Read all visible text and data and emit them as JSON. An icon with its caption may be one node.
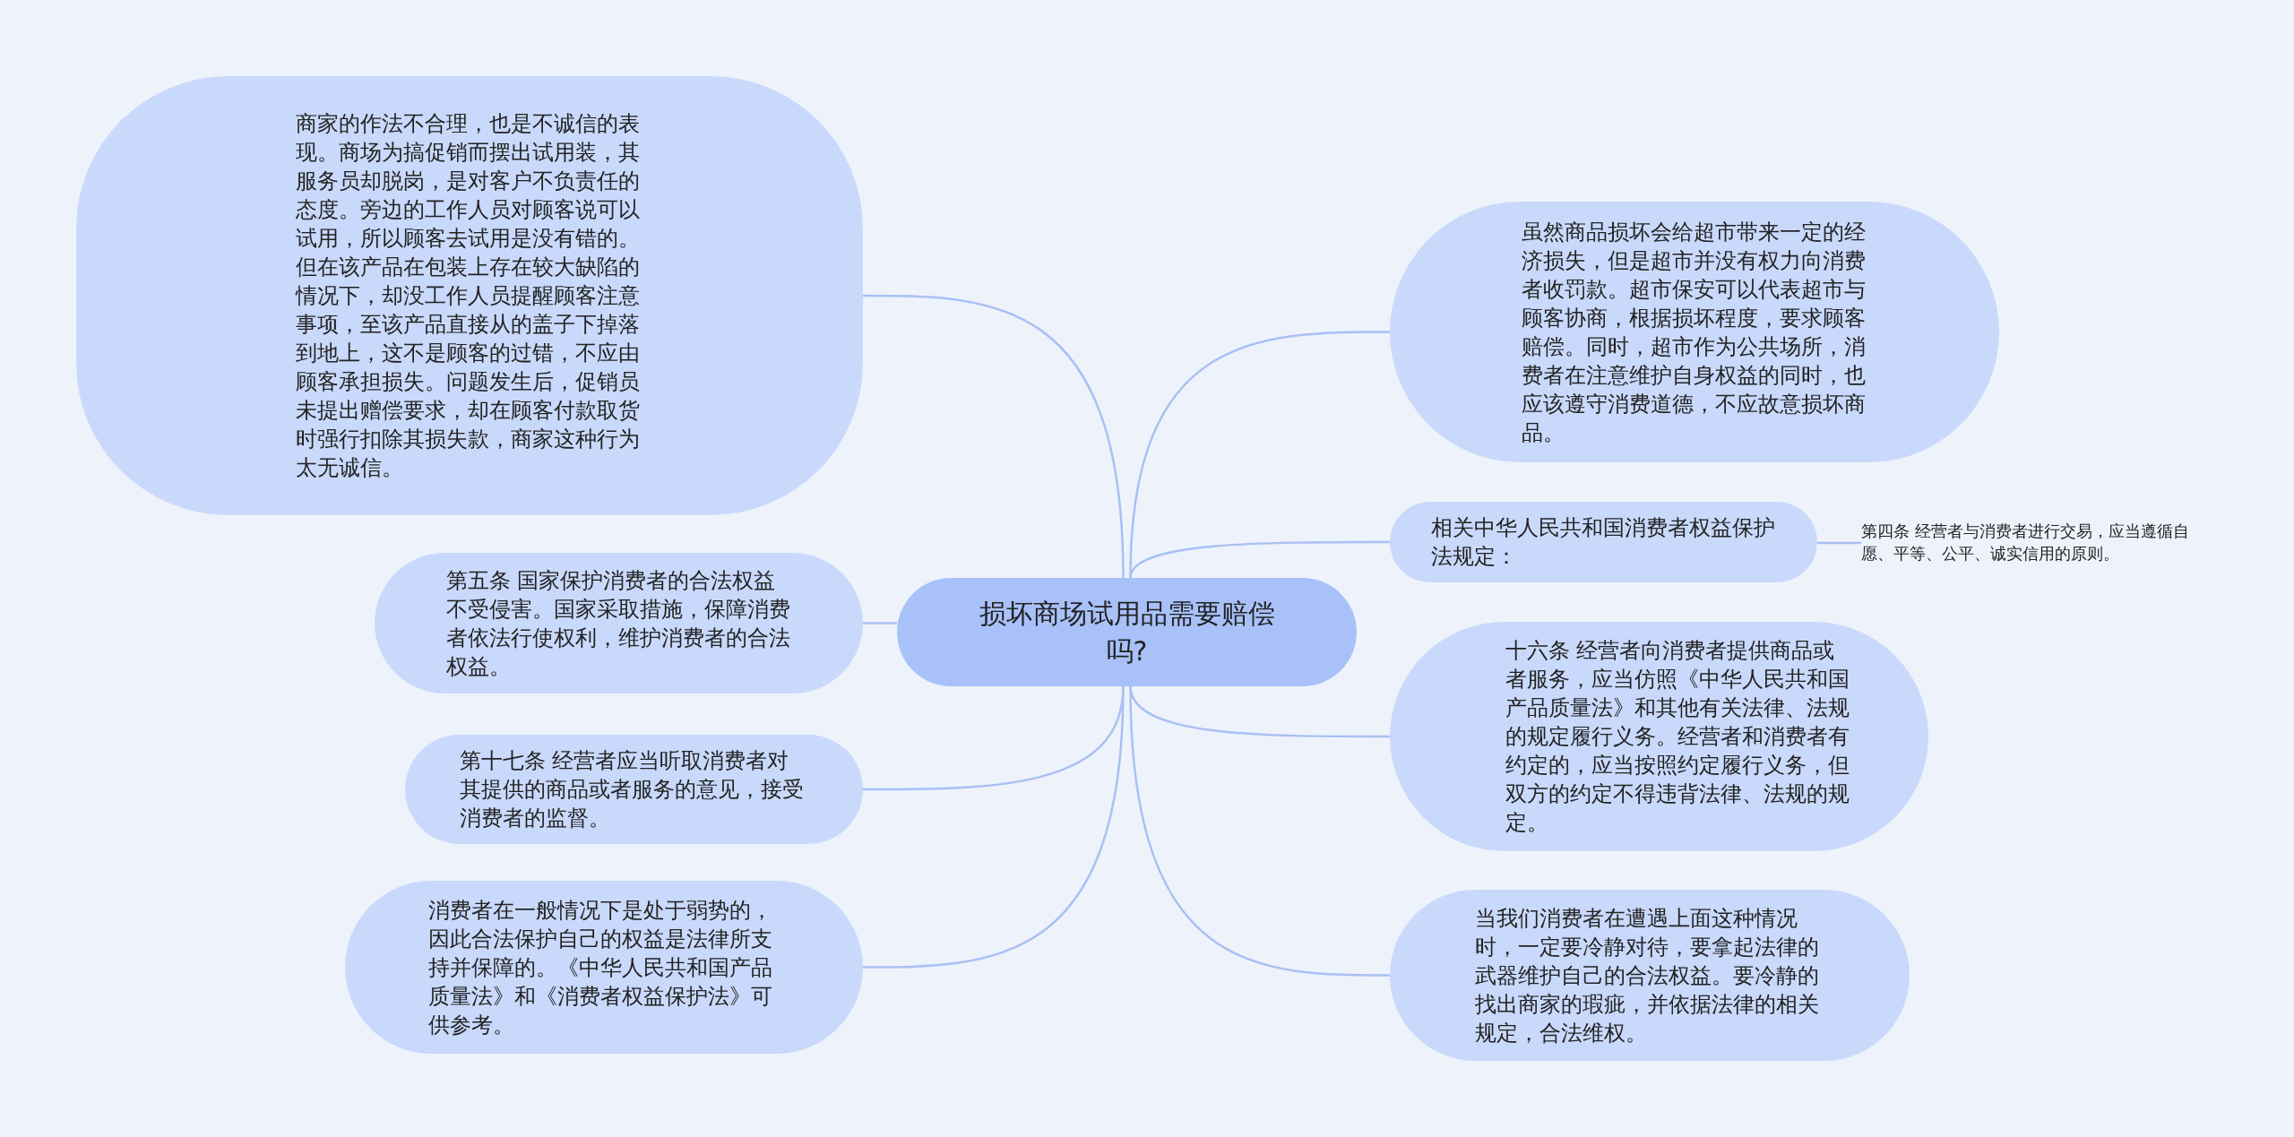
{
  "diagram": {
    "nodes": [
      {
        "text": [
          "损坏商场试用品需要赔偿吗?"
        ]
      },
      {
        "text": [
          "商家的作法不合理，也是不诚信的表现。商场为搞促销而摆出试用装，其服务员却脱岗，是对客户不负责任的态度。旁边的工作人员对顾客说可以试用，所以顾客去试用是没有错的。但在该产品在包装上存在较大缺陷的情况下，却没工作人员提醒顾客注意事项，至该产品直接从的盖子下掉落到地上，这不是顾客的过错，不应由顾客承担损失。问题发生后，促销员未提出赠偿要求，却在顾客付款取货时强行扣除其损失款，商家这种行为太无诚信。"
        ]
      },
      {
        "text": [
          "第五条 国家保护消费者的合法权益不受侵害。国家采取措施，保障消费者依法行使权利，维护消费者的合法权益。"
        ]
      },
      {
        "text": [
          "第十七条 经营者应当听取消费者对其提供的商品或者服务的意见，接受消费者的监督。"
        ]
      },
      {
        "text": [
          "消费者在一般情况下是处于弱势的，因此合法保护自己的权益是法律所支持并保障的。《中华人民共和国产品质量法》和《消费者权益保护法》可供参考。"
        ]
      },
      {
        "text": [
          "虽然商品损坏会给超市带来一定的经济损失，但是超市并没有权力向消费者收罚款。超市保安可以代表超市与顾客协商，根据损坏程度，要求顾客赔偿。同时，超市作为公共场所，消费者在注意维护自身权益的同时，也应该遵守消费道德，不应故意损坏商品。"
        ]
      },
      {
        "text": [
          "相关中华人民共和国消费者权益保护法规定："
        ]
      },
      {
        "text": [
          "第四条 经营者与消费者进行交易，应当遵循自愿、平等、公平、诚实信用的原则。"
        ]
      },
      {
        "text": [
          "十六条 经营者向消费者提供商品或者服务，应当仿照《中华人民共和国产品质量法》和其他有关法律、法规的规定履行义务。经营者和消费者有约定的，应当按照约定履行义务，但双方的约定不得违背法律、法规的规定。"
        ]
      },
      {
        "text": [
          "当我们消费者在遭遇上面这种情况时，一定要冷静对待，要拿起法律的武器维护自己的合法权益。要冷静的找出商家的瑕疵，并依据法律的相关规定，合法维权。"
        ]
      }
    ],
    "edges": [
      {
        "from": 0,
        "to": 1,
        "arrow": "none"
      },
      {
        "from": 0,
        "to": 2,
        "arrow": "none"
      },
      {
        "from": 0,
        "to": 3,
        "arrow": "none"
      },
      {
        "from": 0,
        "to": 4,
        "arrow": "none"
      },
      {
        "from": 0,
        "to": 5,
        "arrow": "none"
      },
      {
        "from": 0,
        "to": 6,
        "arrow": "none"
      },
      {
        "from": 6,
        "to": 7,
        "arrow": "none"
      },
      {
        "from": 0,
        "to": 8,
        "arrow": "none"
      },
      {
        "from": 0,
        "to": 9,
        "arrow": "none"
      }
    ]
  }
}
